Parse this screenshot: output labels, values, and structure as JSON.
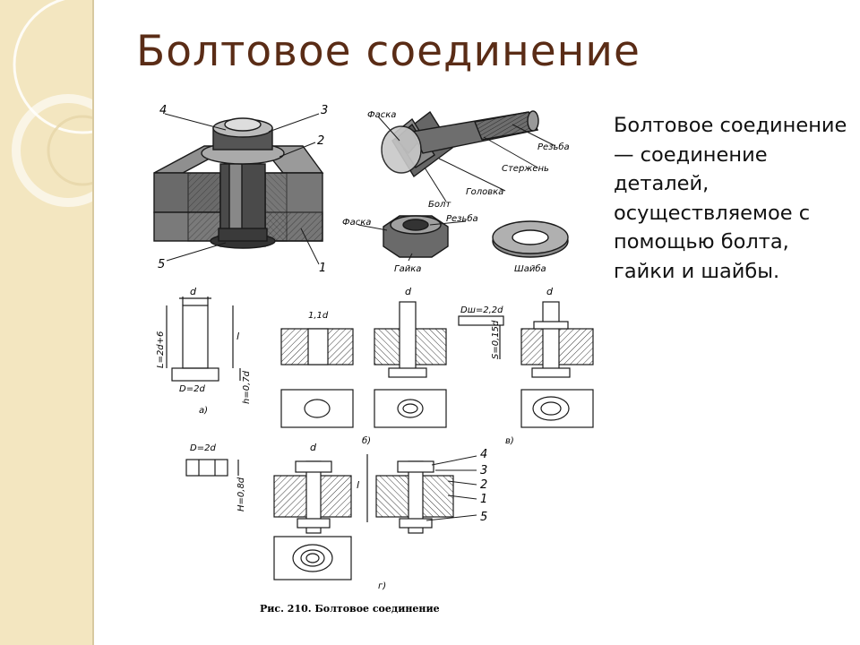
{
  "slide": {
    "title": "Болтовое соединение",
    "body": "Болтовое соединение — соединение деталей, осуществляемое с помощью болта, гайки и шайбы."
  },
  "figure": {
    "caption": "Рис. 210. Болтовое соединение",
    "callouts": [
      "4",
      "3",
      "2",
      "5",
      "1"
    ],
    "bolt_labels": {
      "chamfer": "Фаска",
      "thread": "Резьба",
      "shank": "Стержень",
      "head": "Головка",
      "bolt": "Болт"
    },
    "nut_labels": {
      "chamfer": "Фаска",
      "thread": "Резьба",
      "nut": "Гайка",
      "washer": "Шайба"
    },
    "dims": {
      "d": "d",
      "l": "l",
      "L": "L=2d+6",
      "D2d": "D=2d",
      "h": "h=0,7d",
      "d11": "1,1d",
      "Dw": "Dш=2,2d",
      "S": "S=0,15d",
      "H": "H=0,8d"
    },
    "subfigs": {
      "a": "а)",
      "b": "б)",
      "v": "в)",
      "g": "г)"
    },
    "part_numbers": [
      "4",
      "3",
      "2",
      "1",
      "5"
    ]
  },
  "colors": {
    "title": "#5a2c16",
    "side_band": "#f3e6c0",
    "ink": "#1a1a1a"
  }
}
